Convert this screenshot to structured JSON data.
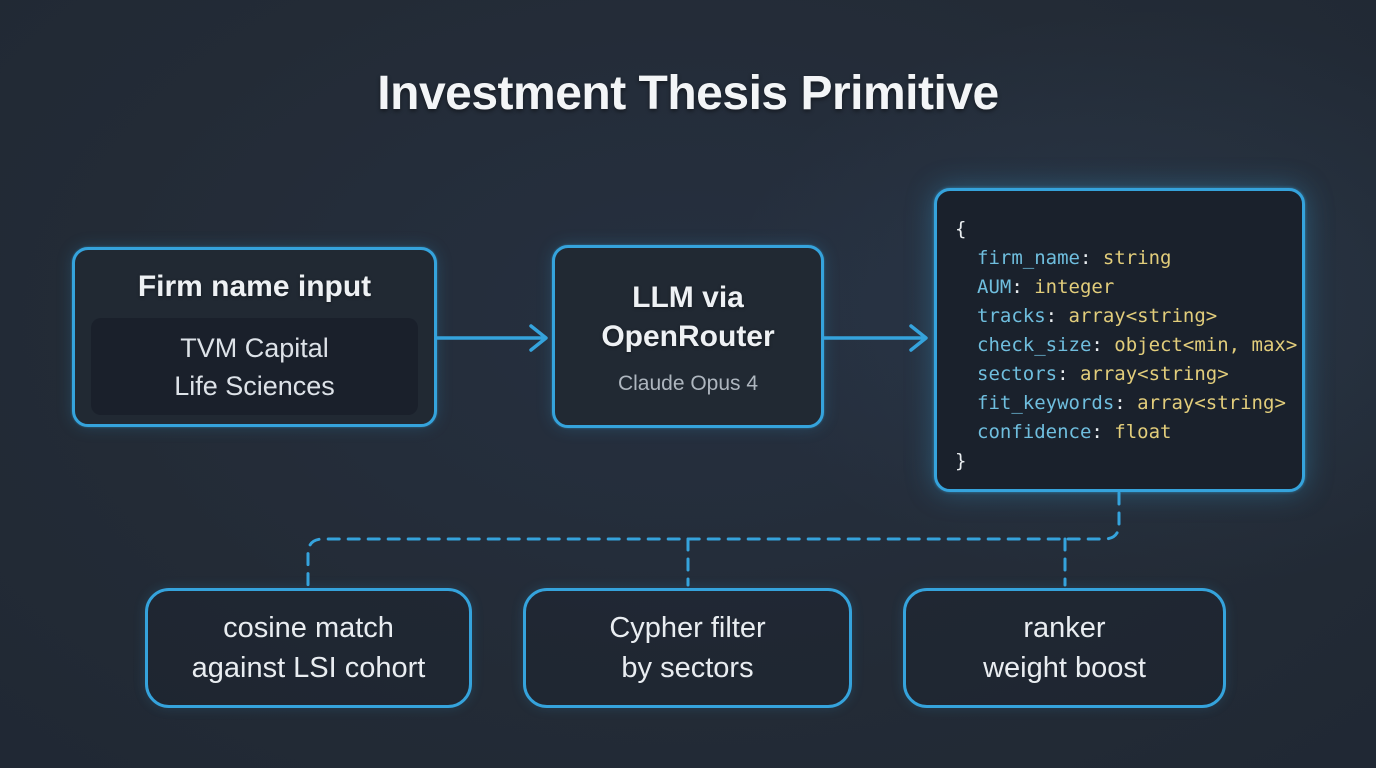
{
  "title": "Investment Thesis Primitive",
  "colors": {
    "background": "#232B36",
    "accent": "#35A3DC",
    "schema_fill": "#1A212C",
    "code_key": "#6FBEDE",
    "code_value": "#E2CD7B",
    "code_punct": "#E9EDF0"
  },
  "flow": {
    "firm_input": {
      "heading": "Firm name input",
      "value_line1": "TVM Capital",
      "value_line2": "Life Sciences"
    },
    "llm": {
      "heading_line1": "LLM via",
      "heading_line2": "OpenRouter",
      "subtitle": "Claude Opus 4"
    },
    "schema": {
      "open_brace": "{",
      "close_brace": "}",
      "colon": ": ",
      "fields": [
        {
          "key": "firm_name",
          "value": "string"
        },
        {
          "key": "AUM",
          "value": "integer"
        },
        {
          "key": "tracks",
          "value": "array<string>"
        },
        {
          "key": "check_size",
          "value": "object<min, max>"
        },
        {
          "key": "sectors",
          "value": "array<string>"
        },
        {
          "key": "fit_keywords",
          "value": "array<string>"
        },
        {
          "key": "confidence",
          "value": "float"
        }
      ]
    }
  },
  "downstream": [
    {
      "line1": "cosine match",
      "line2": "against LSI cohort"
    },
    {
      "line1": "Cypher filter",
      "line2": "by sectors"
    },
    {
      "line1": "ranker",
      "line2": "weight boost"
    }
  ]
}
